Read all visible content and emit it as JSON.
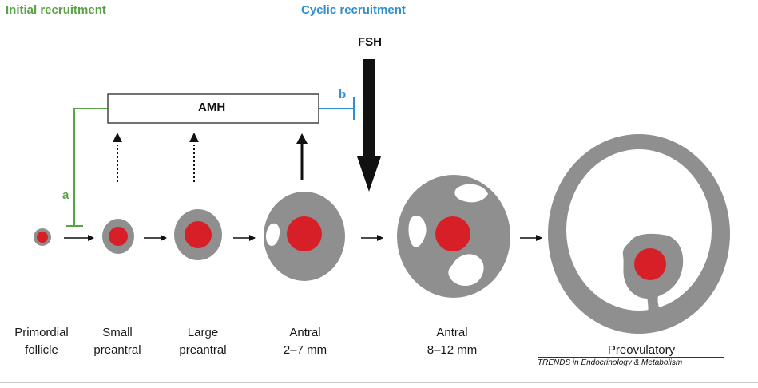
{
  "headers": {
    "initial": "Initial recruitment",
    "cyclic": "Cyclic recruitment"
  },
  "hormones": {
    "fsh": "FSH",
    "amh": "AMH"
  },
  "pathway_labels": {
    "a": "a",
    "b": "b"
  },
  "stages": [
    {
      "label": "Primordial\nfollicle"
    },
    {
      "label": "Small\npreantral"
    },
    {
      "label": "Large\npreantral"
    },
    {
      "label": "Antral\n2–7 mm"
    },
    {
      "label": "Antral\n8–12 mm"
    },
    {
      "label": "Preovulatory"
    }
  ],
  "credit": "TRENDS in Endocrinology & Metabolism",
  "colors": {
    "green": "#5aa344",
    "blue": "#2f8fd0",
    "follicle_gray": "#8f8f8f",
    "oocyte_red": "#d71f28",
    "arrow": "#111111"
  }
}
